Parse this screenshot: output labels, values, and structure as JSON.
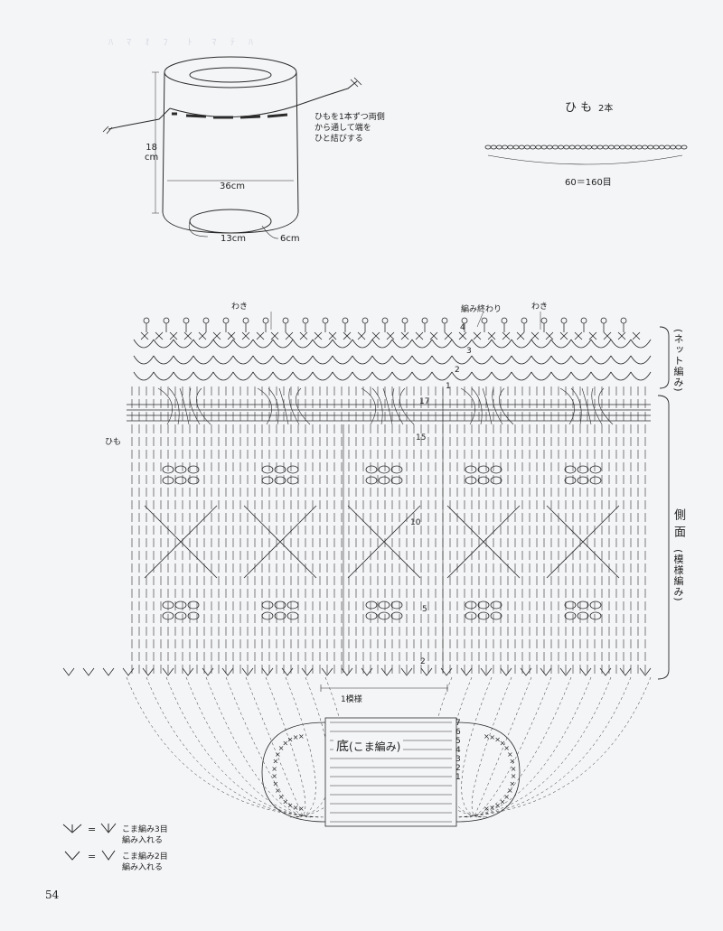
{
  "bag": {
    "height_label": "18\ncm",
    "width_label": "36cm",
    "base_label": "13cm",
    "depth_label": "6cm",
    "note": "ひもを1本ずつ両側\nから通して端を\nひと結びする"
  },
  "cord": {
    "title": "ひ も",
    "count": "2本",
    "length_label": "60＝160目"
  },
  "main": {
    "waki_left": "わき",
    "waki_right": "わき",
    "end_label": "編み終わり",
    "himo_label": "ひも",
    "repeat_label": "1模様",
    "base_label": "底",
    "base_sub": "(こま編み)",
    "side_label_main": "側 面",
    "side_label_sub": "(模様編み)",
    "net_label": "(ネット編み)",
    "row_labels": [
      "4",
      "3",
      "2",
      "1",
      "17",
      "15",
      "10",
      "5",
      "2"
    ],
    "base_row_labels": [
      "7",
      "6",
      "5",
      "4",
      "3",
      "2",
      "1"
    ]
  },
  "legend": {
    "line1_main": "こま編み3目",
    "line1_sub": "編み入れる",
    "line2_main": "こま編み2目",
    "line2_sub": "編み入れる"
  },
  "page_number": "54",
  "colors": {
    "ink": "#2a2a2a",
    "paper": "#f4f5f7",
    "ghost": "#d6dae2"
  }
}
